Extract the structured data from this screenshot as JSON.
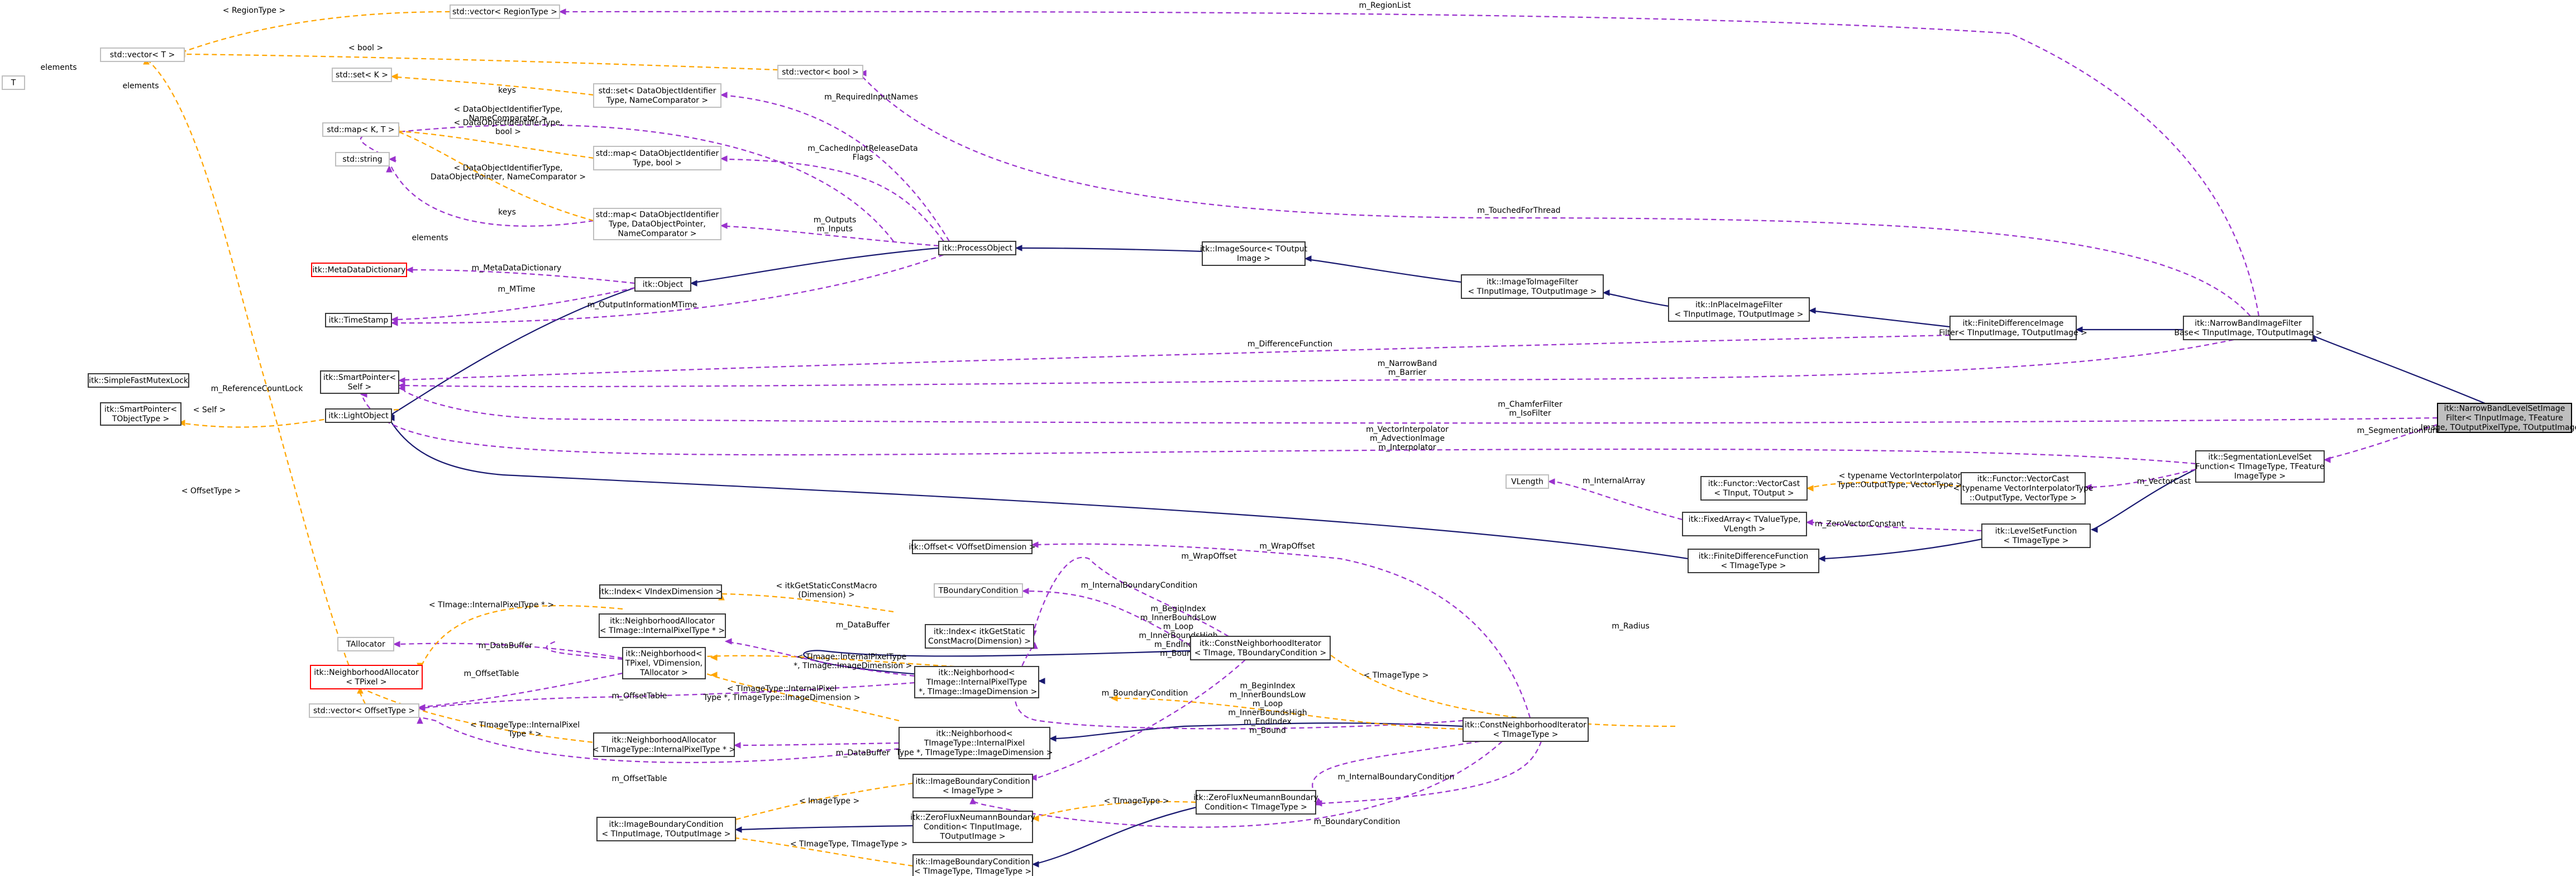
{
  "nodes": [
    {
      "id": "focus",
      "lines": [
        "itk::NarrowBandLevelSetImage",
        "Filter< TInputImage, TFeature",
        "Image, TOutputPixelType, TOutputImage >"
      ],
      "style": "focus"
    },
    {
      "id": "nbif",
      "lines": [
        "itk::NarrowBandImageFilter",
        "Base< TInputImage, TOutputImage >"
      ],
      "style": "normal"
    },
    {
      "id": "fdif",
      "lines": [
        "itk::FiniteDifferenceImage",
        "Filter< TInputImage, TOutputImage >"
      ],
      "style": "normal"
    },
    {
      "id": "ipif",
      "lines": [
        "itk::InPlaceImageFilter",
        "< TInputImage, TOutputImage >"
      ],
      "style": "normal"
    },
    {
      "id": "i2i",
      "lines": [
        "itk::ImageToImageFilter",
        "< TInputImage, TOutputImage >"
      ],
      "style": "normal"
    },
    {
      "id": "isrc",
      "lines": [
        "itk::ImageSource< TOutput",
        "Image >"
      ],
      "style": "normal"
    },
    {
      "id": "po",
      "lines": [
        "itk::ProcessObject"
      ],
      "style": "normal"
    },
    {
      "id": "obj",
      "lines": [
        "itk::Object"
      ],
      "style": "normal"
    },
    {
      "id": "lwo",
      "lines": [
        "itk::LightObject"
      ],
      "style": "normal"
    },
    {
      "id": "mdd",
      "lines": [
        "itk::MetaDataDictionary"
      ],
      "style": "red"
    },
    {
      "id": "ts",
      "lines": [
        "itk::TimeStamp"
      ],
      "style": "normal"
    },
    {
      "id": "sp",
      "lines": [
        "itk::SmartPointer<",
        "Self >"
      ],
      "style": "normal"
    },
    {
      "id": "sfml",
      "lines": [
        "itk::SimpleFastMutexLock"
      ],
      "style": "normal"
    },
    {
      "id": "spo",
      "lines": [
        "itk::SmartPointer<",
        "TObjectType >"
      ],
      "style": "normal"
    },
    {
      "id": "vecT",
      "lines": [
        "std::vector< T >"
      ],
      "style": "grey"
    },
    {
      "id": "T",
      "lines": [
        "T"
      ],
      "style": "grey"
    },
    {
      "id": "setK",
      "lines": [
        "std::set< K >"
      ],
      "style": "grey"
    },
    {
      "id": "mapKT",
      "lines": [
        "std::map< K, T >"
      ],
      "style": "grey"
    },
    {
      "id": "str",
      "lines": [
        "std::string"
      ],
      "style": "grey"
    },
    {
      "id": "vecRT",
      "lines": [
        "std::vector< RegionType >"
      ],
      "style": "grey"
    },
    {
      "id": "vecB",
      "lines": [
        "std::vector< bool >"
      ],
      "style": "grey"
    },
    {
      "id": "setDOI",
      "lines": [
        "std::set< DataObjectIdentifier",
        "Type, NameComparator >"
      ],
      "style": "grey"
    },
    {
      "id": "mapDOIb",
      "lines": [
        "std::map< DataObjectIdentifier",
        "Type, bool >"
      ],
      "style": "grey"
    },
    {
      "id": "mapDOIp",
      "lines": [
        "std::map< DataObjectIdentifier",
        "Type, DataObjectPointer,",
        "NameComparator >"
      ],
      "style": "grey"
    },
    {
      "id": "slsf",
      "lines": [
        "itk::SegmentationLevelSet",
        "Function< TImageType, TFeature",
        "ImageType >"
      ],
      "style": "normal"
    },
    {
      "id": "lsf",
      "lines": [
        "itk::LevelSetFunction",
        "< TImageType >"
      ],
      "style": "normal"
    },
    {
      "id": "fdf",
      "lines": [
        "itk::FiniteDifferenceFunction",
        "< TImageType >"
      ],
      "style": "normal"
    },
    {
      "id": "fa",
      "lines": [
        "itk::FixedArray< TValueType,",
        "VLength >"
      ],
      "style": "normal"
    },
    {
      "id": "vlen",
      "lines": [
        "VLength"
      ],
      "style": "grey"
    },
    {
      "id": "fvc1",
      "lines": [
        "itk::Functor::VectorCast",
        "< TInput, TOutput >"
      ],
      "style": "normal"
    },
    {
      "id": "fvc2",
      "lines": [
        "itk::Functor::VectorCast",
        "< typename VectorInterpolatorType",
        "::OutputType, VectorType >"
      ],
      "style": "normal"
    },
    {
      "id": "cni",
      "lines": [
        "itk::ConstNeighborhoodIterator",
        "< TImageType >"
      ],
      "style": "normal"
    },
    {
      "id": "offV",
      "lines": [
        "itk::Offset< VOffsetDimension >"
      ],
      "style": "normal"
    },
    {
      "id": "tbc",
      "lines": [
        "TBoundaryCondition"
      ],
      "style": "grey"
    },
    {
      "id": "idxV",
      "lines": [
        "itk::Index< VIndexDimension >"
      ],
      "style": "normal"
    },
    {
      "id": "idxK",
      "lines": [
        "itk::Index< itkGetStatic",
        "ConstMacro(Dimension) >"
      ],
      "style": "normal"
    },
    {
      "id": "cniT",
      "lines": [
        "itk::ConstNeighborhoodIterator",
        "< TImage, TBoundaryCondition >"
      ],
      "style": "normal"
    },
    {
      "id": "nbhAllocTI",
      "lines": [
        "itk::NeighborhoodAllocator",
        "< TImage::InternalPixelType * >"
      ],
      "style": "normal"
    },
    {
      "id": "talloc",
      "lines": [
        "TAllocator"
      ],
      "style": "grey"
    },
    {
      "id": "nbhAllocTP",
      "lines": [
        "itk::NeighborhoodAllocator",
        "< TPixel >"
      ],
      "style": "red"
    },
    {
      "id": "vecOT",
      "lines": [
        "std::vector< OffsetType >"
      ],
      "style": "grey"
    },
    {
      "id": "nbhT",
      "lines": [
        "itk::Neighborhood<",
        "TPixel, VDimension,",
        "TAllocator >"
      ],
      "style": "normal"
    },
    {
      "id": "nbhTI",
      "lines": [
        "itk::Neighborhood<",
        "TImage::InternalPixelType",
        " *, TImage::ImageDimension >"
      ],
      "style": "normal"
    },
    {
      "id": "nbhAllocTT",
      "lines": [
        "itk::NeighborhoodAllocator",
        "< TImageType::InternalPixelType * >"
      ],
      "style": "normal"
    },
    {
      "id": "nbhTT",
      "lines": [
        "itk::Neighborhood<",
        "TImageType::InternalPixel",
        "Type *, TImageType::ImageDimension >"
      ],
      "style": "normal"
    },
    {
      "id": "ibcI",
      "lines": [
        "itk::ImageBoundaryCondition",
        "< ImageType >"
      ],
      "style": "normal"
    },
    {
      "id": "ibcIO",
      "lines": [
        "itk::ImageBoundaryCondition",
        "< TInputImage, TOutputImage >"
      ],
      "style": "normal"
    },
    {
      "id": "zfnIO",
      "lines": [
        "itk::ZeroFluxNeumannBoundary",
        "Condition< TInputImage,",
        "TOutputImage >"
      ],
      "style": "normal"
    },
    {
      "id": "ibcTT",
      "lines": [
        "itk::ImageBoundaryCondition",
        "< TImageType, TImageType >"
      ],
      "style": "normal"
    },
    {
      "id": "zfnT",
      "lines": [
        "itk::ZeroFluxNeumannBoundary",
        "Condition< TImageType >"
      ],
      "style": "normal"
    }
  ],
  "edge_labels": {
    "regionList": "m_RegionList",
    "regionType": "< RegionType >",
    "bool": "< bool >",
    "elementsA": "elements",
    "elementsB": "elements",
    "elementsC": "elements",
    "requiredInputNames": "m_RequiredInputNames",
    "setTpl": [
      "< DataObjectIdentifierType,",
      "NameComparator >"
    ],
    "keysA": "keys",
    "keysB": "keys",
    "mapBoolTpl": [
      "< DataObjectIdentifierType,",
      "bool >"
    ],
    "mapPtrTpl": [
      "< DataObjectIdentifierType,",
      "DataObjectPointer, NameComparator >"
    ],
    "cachedInput": [
      "m_CachedInputReleaseData",
      "Flags"
    ],
    "outputsInputs": [
      "m_Outputs",
      "m_Inputs"
    ],
    "touchedForThread": "m_TouchedForThread",
    "metaDataDictionary": "m_MetaDataDictionary",
    "mtime": "m_MTime",
    "outputInfoMTime": "m_OutputInformationMTime",
    "differenceFunction": "m_DifferenceFunction",
    "narrowBand": [
      "m_NarrowBand",
      "m_Barrier"
    ],
    "chamferFilter": [
      "m_ChamferFilter",
      "m_IsoFilter"
    ],
    "referenceCountLock": "m_ReferenceCountLock",
    "selfTpl": "< Self >",
    "offsetTypeTpl": "< OffsetType >",
    "vectorInterpolator": [
      "m_VectorInterpolator",
      "m_AdvectionImage",
      "m_Interpolator"
    ],
    "segmentationFunction": "m_SegmentationFunction",
    "vectorCast": "m_VectorCast",
    "vectorCastTpl": [
      "< typename VectorInterpolator",
      "Type::OutputType, VectorType >"
    ],
    "internalArray": "m_InternalArray",
    "zeroVectorConstant": "m_ZeroVectorConstant",
    "wrapOffsetA": "m_WrapOffset",
    "wrapOffsetB": "m_WrapOffset",
    "internalBoundaryA": "m_InternalBoundaryCondition",
    "internalBoundaryB": "m_InternalBoundaryCondition",
    "radius": "m_Radius",
    "staticTpl": [
      "< itkGetStaticConstMacro",
      "(Dimension) >"
    ],
    "beginIndexA": [
      "m_BeginIndex",
      "m_InnerBoundsLow",
      "m_Loop",
      "m_InnerBoundsHigh",
      "m_EndIndex",
      "m_Bound"
    ],
    "beginIndexB": [
      "m_BeginIndex",
      "m_InnerBoundsLow",
      "m_Loop",
      "m_InnerBoundsHigh",
      "m_EndIndex",
      "m_Bound"
    ],
    "tImageInternalTpl": "< TImage::InternalPixelType * >",
    "dataBufferA": "m_DataBuffer",
    "dataBufferB": "m_DataBuffer",
    "dataBufferC": "m_DataBuffer",
    "offsetTableA": "m_OffsetTable",
    "offsetTableB": "m_OffsetTable",
    "offsetTableC": "m_OffsetTable",
    "nbhTplA": [
      "< TImage::InternalPixelType",
      " *, TImage::ImageDimension >"
    ],
    "nbhTplB": [
      "< TImageType::InternalPixel",
      "Type *, TImageType::ImageDimension >"
    ],
    "ttInternalTpl": [
      "< TImageType::InternalPixel",
      "Type * >"
    ],
    "tImageTypeTpl": "< TImageType >",
    "boundaryConditionA": "m_BoundaryCondition",
    "boundaryConditionB": "m_BoundaryCondition",
    "imageTypeTpl": "< ImageType >",
    "tImageTypeTpl2": "< TImageType >",
    "ttTpl": "< TImageType, TImageType >"
  },
  "colors": {
    "inheritance": "#191970",
    "usage": "#9a32cd",
    "template": "#ffa500",
    "focus_fill": "#bfbfbf",
    "undocumented_border": "#bfbfbf",
    "incomplete_border": "#ff0000"
  }
}
